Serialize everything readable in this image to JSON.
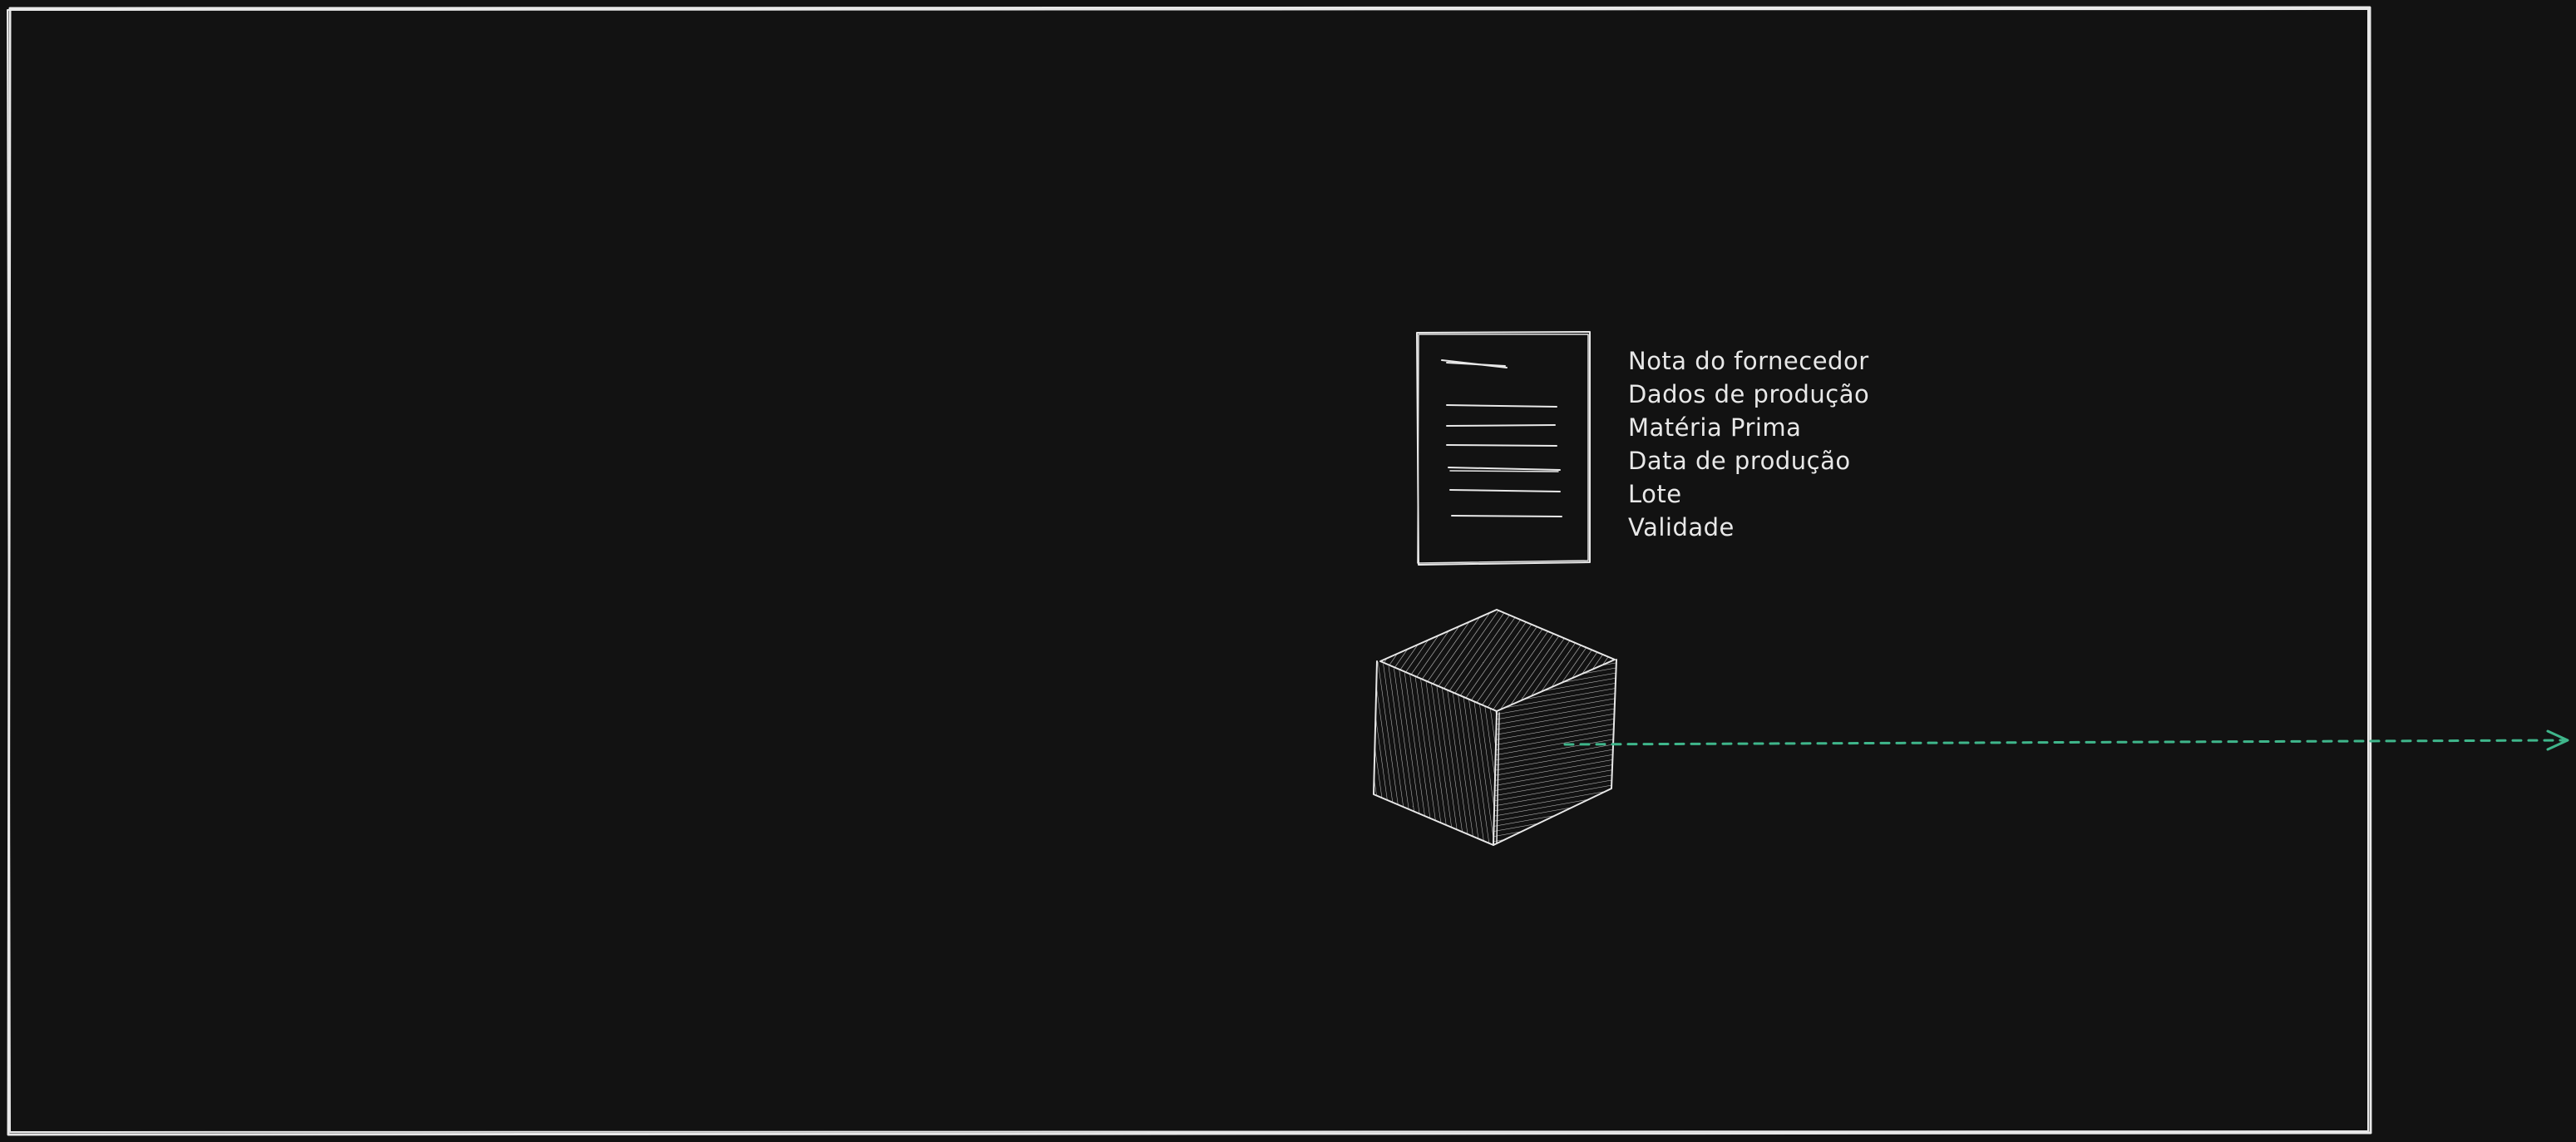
{
  "colors": {
    "background": "#121212",
    "stroke": "#e8e8e8",
    "arrow": "#3fb68b"
  },
  "document_labels": [
    "Nota do fornecedor",
    "Dados de produção",
    "Matéria Prima",
    "Data de produção",
    "Lote",
    "Validade"
  ],
  "icons": [
    "document-icon",
    "product-box-icon"
  ]
}
